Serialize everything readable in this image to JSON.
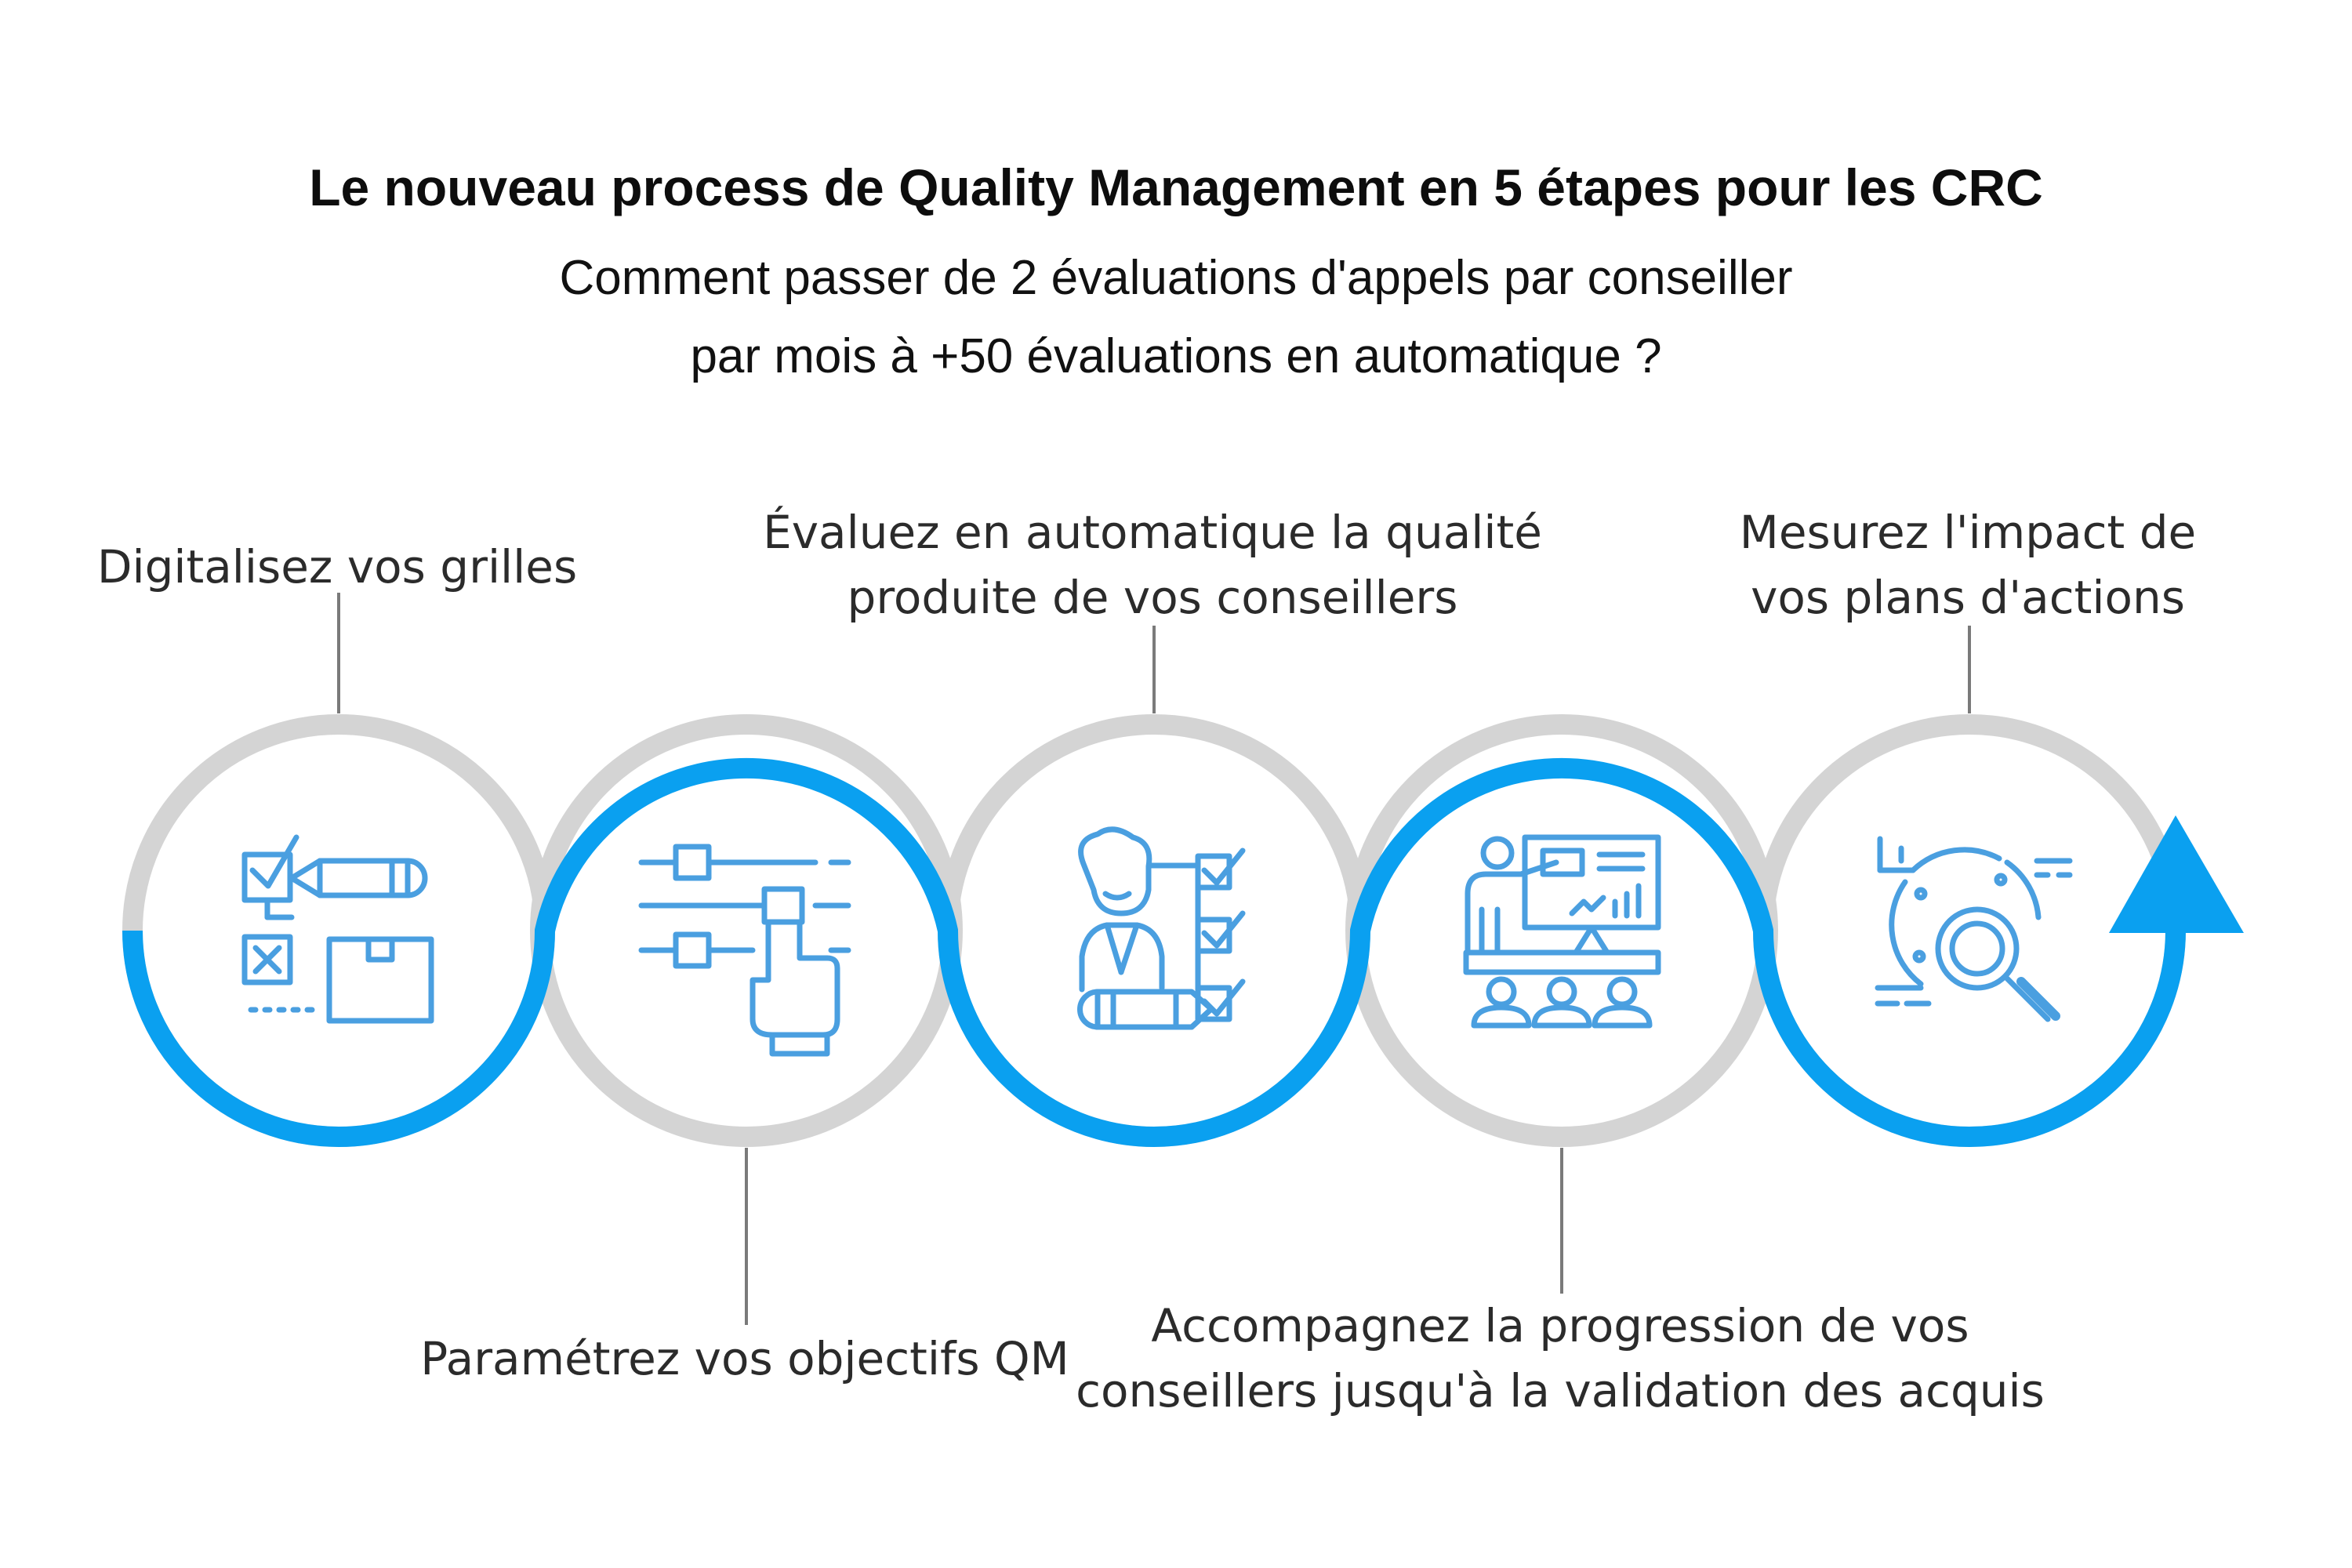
{
  "header": {
    "title": "Le nouveau process de Quality Management en 5 étapes pour les CRC",
    "subtitle_line1": "Comment passer de 2 évaluations d'appels par conseiller",
    "subtitle_line2": "par mois à +50 évaluations en automatique ?"
  },
  "steps": [
    {
      "label_lines": [
        "Digitalisez vos grilles"
      ],
      "icon": "checklist-pencil-icon",
      "position": "top"
    },
    {
      "label_lines": [
        "Paramétrez vos objectifs QM"
      ],
      "icon": "sliders-hand-icon",
      "position": "bottom"
    },
    {
      "label_lines": [
        "Évaluez en automatique la qualité",
        "produite de vos conseillers"
      ],
      "icon": "agent-checklist-icon",
      "position": "top"
    },
    {
      "label_lines": [
        "Accompagnez la progression de vos",
        "conseillers jusqu'à la validation des acquis"
      ],
      "icon": "presentation-audience-icon",
      "position": "bottom"
    },
    {
      "label_lines": [
        "Mesurez l'impact de",
        "vos plans d'actions"
      ],
      "icon": "analytics-magnifier-icon",
      "position": "top"
    }
  ],
  "colors": {
    "accent": "#0aa0f0",
    "ring_gray": "#d4d4d4",
    "icon": "#4a9fe0",
    "connector": "#7a7a7a"
  }
}
